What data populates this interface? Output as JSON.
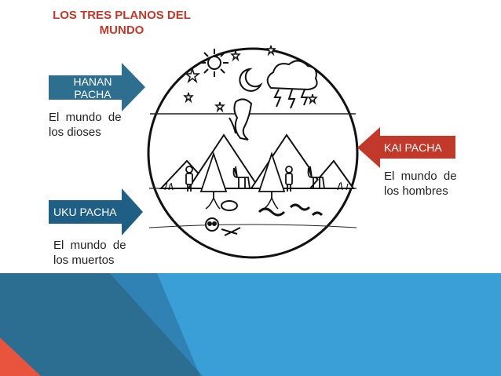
{
  "title": {
    "line1": "LOS TRES PLANOS DEL",
    "line2": "MUNDO"
  },
  "colors": {
    "title": "#c0392b",
    "hanan_arrow": "#2e6f8f",
    "uku_arrow": "#1f5f86",
    "kai_arrow": "#c0392b",
    "footer_light": "#3b9fd7",
    "footer_dark": "#2b6e91",
    "footer_corner": "#e8543d"
  },
  "hanan": {
    "label_line1": "HANAN",
    "label_line2": "PACHA",
    "caption_line1": "El  mundo  de",
    "caption_line2": "los dioses",
    "icon": "arrow-right"
  },
  "kai": {
    "label": "KAI PACHA",
    "caption_line1": "El  mundo  de",
    "caption_line2": "los hombres",
    "icon": "arrow-left"
  },
  "uku": {
    "label": "UKU PACHA",
    "caption_line1": "El  mundo  de",
    "caption_line2": "los muertos",
    "icon": "arrow-right"
  },
  "illustration": {
    "icons": [
      "sun-icon",
      "moon-icon",
      "star-icon",
      "cloud-lightning-icon",
      "condor-icon",
      "mountain-icon",
      "tree-icon",
      "person-icon",
      "llama-icon",
      "serpent-icon",
      "skull-icon"
    ]
  }
}
